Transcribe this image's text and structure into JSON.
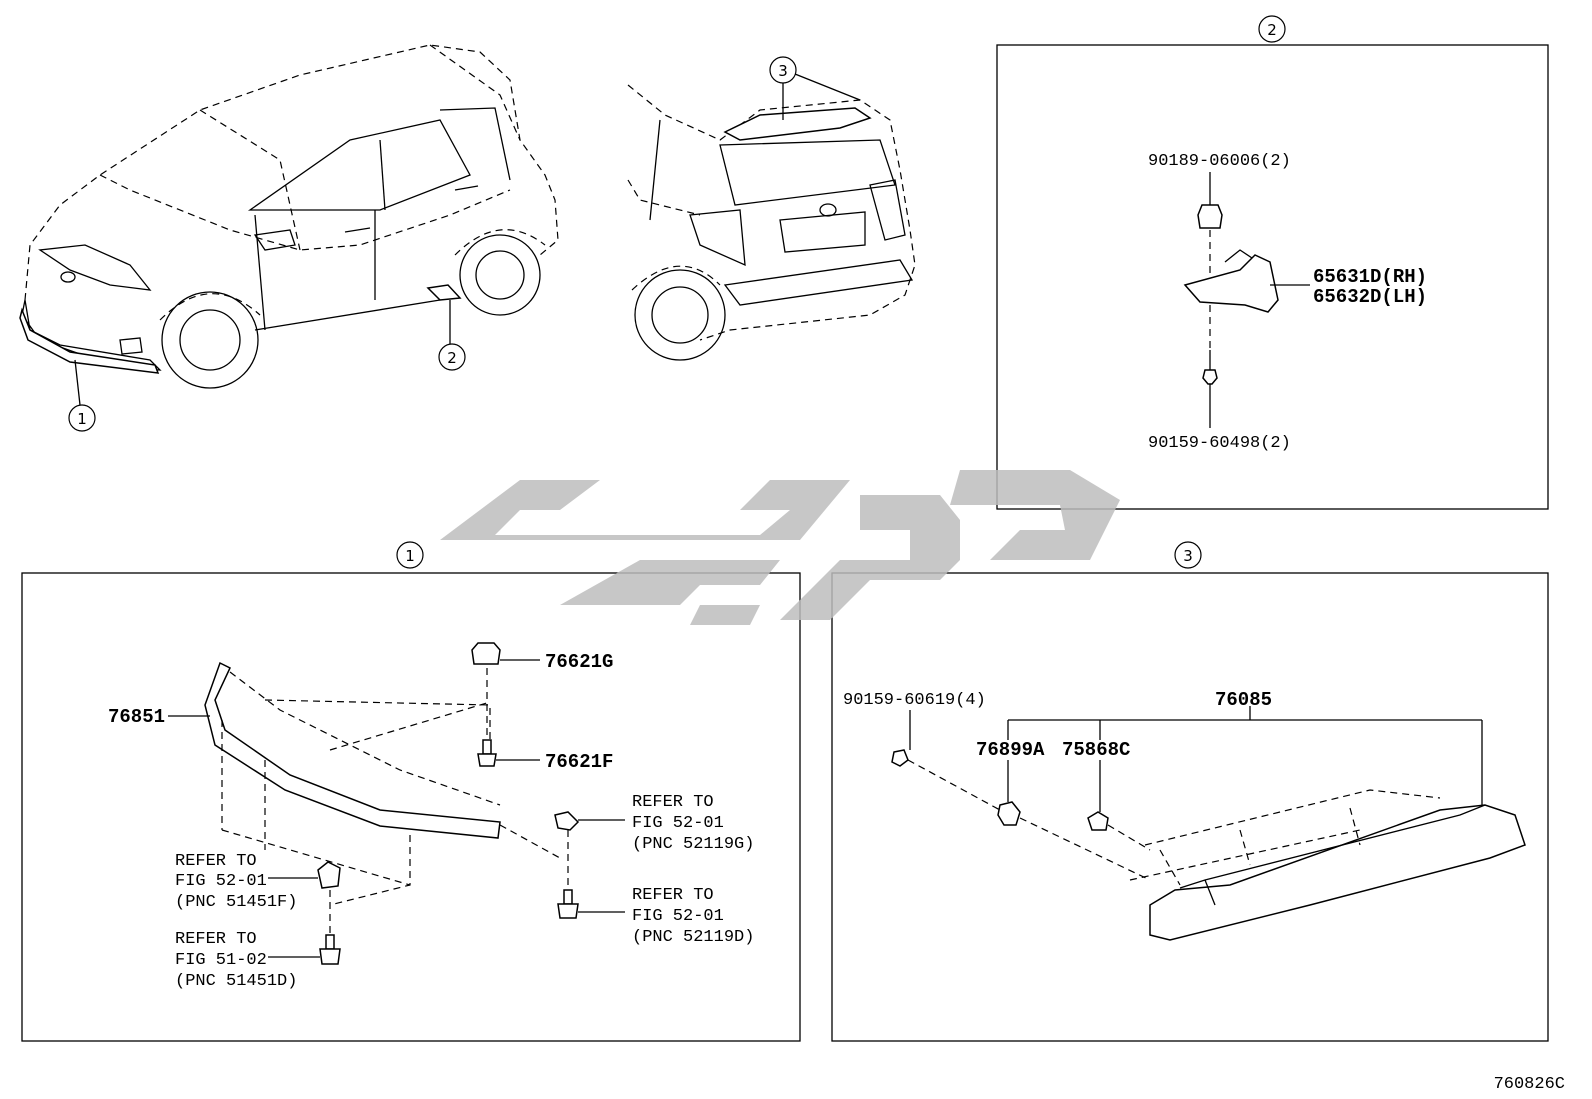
{
  "figure_code": "760826C",
  "callouts": [
    "1",
    "2",
    "3"
  ],
  "panel2": {
    "parts": [
      "90189-06006(2)",
      "65631D(RH)",
      "65632D(LH)",
      "90159-60498(2)"
    ]
  },
  "panel1": {
    "parts": [
      "76851",
      "76621G",
      "76621F"
    ],
    "ref_clip_52119g": [
      "REFER TO",
      "FIG 52-01",
      "(PNC 52119G)"
    ],
    "ref_bolt_52119d": [
      "REFER TO",
      "FIG 52-01",
      "(PNC 52119D)"
    ],
    "ref_clip_51451f": [
      "REFER TO",
      "FIG 52-01",
      "(PNC 51451F)"
    ],
    "ref_bolt_51451d": [
      "REFER TO",
      "FIG 51-02",
      "(PNC 51451D)"
    ]
  },
  "panel3": {
    "parts": [
      "76085",
      "90159-60619(4)",
      "76899A",
      "75868C"
    ]
  }
}
